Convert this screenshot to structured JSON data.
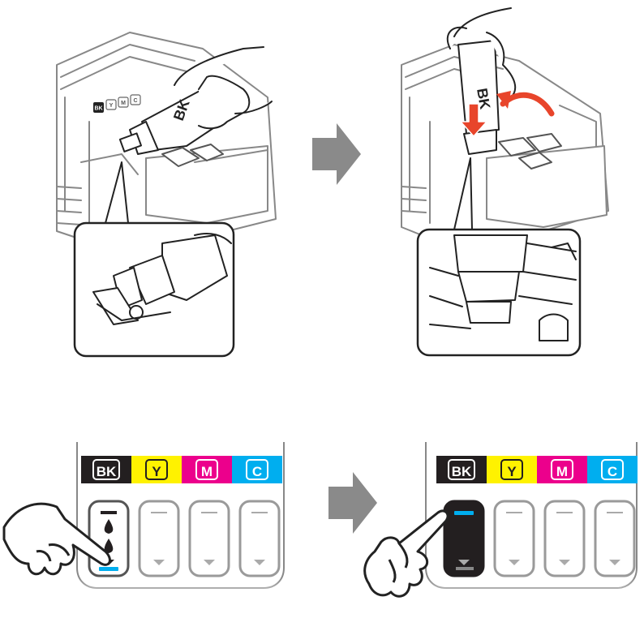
{
  "tank_labels": {
    "black": "BK",
    "yellow": "Y",
    "magenta": "M",
    "cyan": "C"
  },
  "bottle_label": "BK",
  "colors": {
    "black": "#231f20",
    "yellow": "#fff200",
    "magenta": "#ec008c",
    "cyan": "#00aeef",
    "arrow": "#808080",
    "red_arrow": "#e8452b"
  },
  "icons": [
    "pointing-hand-icon",
    "ink-drop-icon",
    "arrow-right-icon",
    "rotate-arrow-icon"
  ]
}
